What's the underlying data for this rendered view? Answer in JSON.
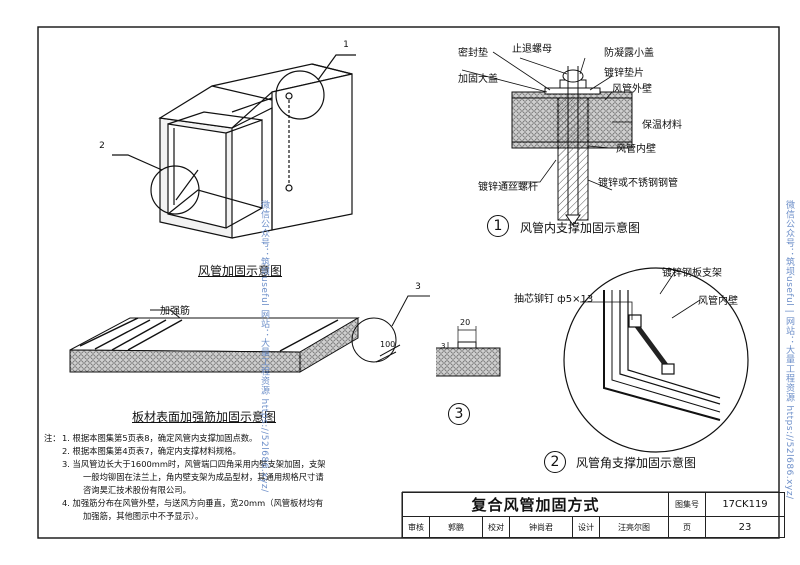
{
  "fig_duct": {
    "caption": "风管加固示意图",
    "ref_1": "1",
    "ref_2": "2"
  },
  "fig_panel": {
    "caption": "板材表面加强筋加固示意图",
    "rib_label": "加强筋",
    "ref_3": "3",
    "dim_100": "100"
  },
  "fig_internal": {
    "number": "1",
    "caption": "风管内支撑加固示意图",
    "labels": {
      "sealing_gasket": "密封垫",
      "lock_nut": "止退螺母",
      "anti_condensation_cap": "防凝露小盖",
      "reinforced_cap": "加固大盖",
      "galvanized_washer": "镀锌垫片",
      "duct_outer_wall": "风管外壁",
      "insulation": "保温材料",
      "duct_inner_wall": "风管内壁",
      "threaded_rod": "镀锌通丝螺杆",
      "steel_pipe": "镀锌或不锈钢钢管"
    }
  },
  "fig_corner": {
    "number": "2",
    "caption": "风管角支撑加固示意图",
    "bracket_label": "镀锌钢板支架",
    "inner_wall_label": "风管内壁",
    "rivet_label": "抽芯铆钉 ф5×13"
  },
  "fig_rib": {
    "number": "3",
    "dim_20": "20",
    "dim_3": "3"
  },
  "notes": {
    "prefix": "注：",
    "items": [
      "1. 根据本图集第5页表8，确定风管内支撑加固点数。",
      "2. 根据本图集第4页表7，确定内支撑材料规格。",
      "3. 当风管边长大于1600mm时，风管端口四角采用内壁支架加固，支架",
      "一般均铆固在法兰上，角内壁支架为成品型材，其通用规格尺寸请",
      "咨询昊汇技术股份有限公司。",
      "4. 加强筋分布在风管外壁，与送风方向垂直，宽20mm（风管板材均有",
      "加强筋，其他图示中不予显示）。"
    ]
  },
  "title_block": {
    "title": "复合风管加固方式",
    "atlas_label": "图集号",
    "atlas_no": "17CK119",
    "review_label": "审核",
    "reviewer": "郭鹏",
    "check_label": "校对",
    "checker": "钟尚君",
    "design_label": "设计",
    "designer": "汪亮尔图",
    "page_label": "页",
    "page_no": "23"
  },
  "watermarks": {
    "center": "微信公众号：筑坝useful    网站：大量工程资源 https://52l686.xyz/",
    "right": "微信公众号：筑坝useful  |  网站：大量工程资源 https://52l686.xyz/"
  },
  "colors": {
    "line": "#111111",
    "watermark": "#6d8fc9",
    "insulation_fill": "#bdbdbd"
  }
}
